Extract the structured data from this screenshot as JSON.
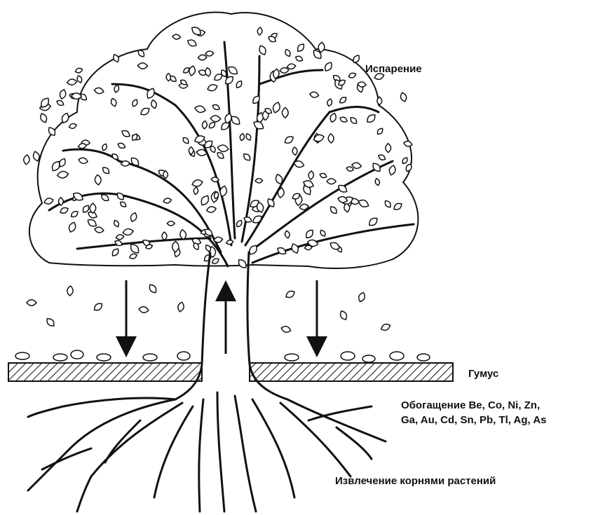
{
  "labels": {
    "evaporation": "Испарение",
    "humus": "Гумус",
    "enrichment_line1": "Обогащение Be, Co, Ni, Zn,",
    "enrichment_line2": "Ga, Au, Cd, Sn, Pb, Tl, Ag, As",
    "root_extraction": "Извлечение корнями растений"
  },
  "colors": {
    "ink": "#111111",
    "background": "#ffffff"
  }
}
